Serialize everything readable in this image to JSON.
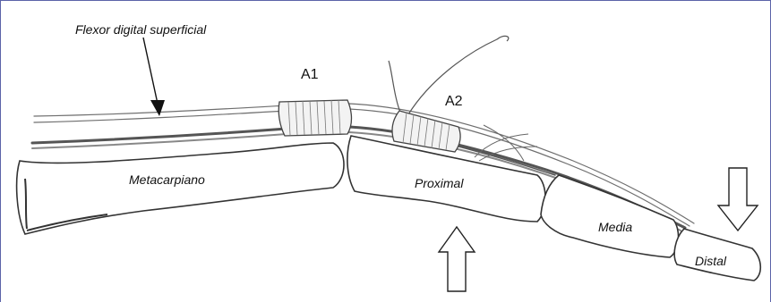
{
  "labels": {
    "flexor": "Flexor digital superficial",
    "a1": "A1",
    "a2": "A2",
    "metacarpal": "Metacarpiano",
    "proximal": "Proximal",
    "middle": "Media",
    "distal": "Distal"
  },
  "colors": {
    "frame": "#5b63a8",
    "ink": "#333333",
    "tendon": "#777777"
  }
}
